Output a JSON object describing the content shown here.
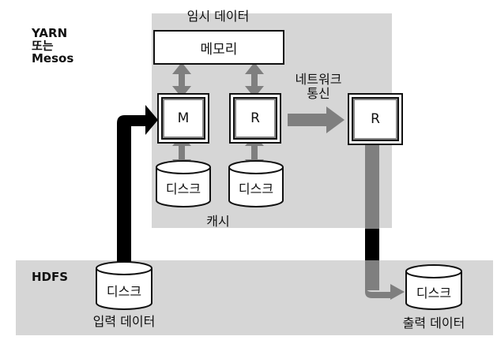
{
  "cluster": {
    "title_line1": "YARN",
    "title_line2": "또는",
    "title_line3": "Mesos"
  },
  "hdfs": {
    "title": "HDFS"
  },
  "labels": {
    "temp_data": "임시 데이터",
    "memory": "메모리",
    "mapper": "M",
    "reducer_local": "R",
    "reducer_remote": "R",
    "network_line1": "네트워크",
    "network_line2": "통신",
    "cache": "캐시",
    "disk": "디스크",
    "input_data": "입력 데이터",
    "output_data": "출력 데이터"
  },
  "colors": {
    "panel": "#d6d6d6",
    "arrow_gray": "#7f7f7f",
    "arrow_black": "#000000",
    "outline": "#111111"
  }
}
